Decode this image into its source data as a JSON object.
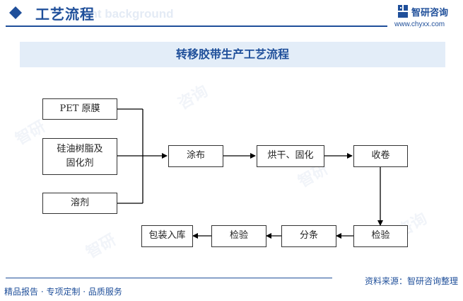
{
  "header": {
    "title": "工艺流程",
    "background_text": "ent background",
    "logo_name": "智研咨询",
    "logo_url": "www.chyxx.com"
  },
  "diagram": {
    "title": "转移胶带生产工艺流程",
    "nodes": {
      "pet_film": "PET 原膜",
      "silicone_resin_line1": "硅油树脂及",
      "silicone_resin_line2": "固化剂",
      "solvent": "溶剂",
      "coating": "涂布",
      "drying_curing": "烘干、固化",
      "winding": "收卷",
      "inspection_1": "检验",
      "slitting": "分条",
      "inspection_2": "检验",
      "packing_storage": "包装入库"
    },
    "edges": [
      [
        "pet_film",
        "coating"
      ],
      [
        "silicone_resin",
        "coating"
      ],
      [
        "solvent",
        "coating"
      ],
      [
        "coating",
        "drying_curing"
      ],
      [
        "drying_curing",
        "winding"
      ],
      [
        "winding",
        "inspection_1"
      ],
      [
        "inspection_1",
        "slitting"
      ],
      [
        "slitting",
        "inspection_2"
      ],
      [
        "inspection_2",
        "packing_storage"
      ]
    ]
  },
  "footer": {
    "source": "资料来源：智研咨询整理",
    "slogan": "精品报告 · 专项定制 · 品质服务"
  },
  "colors": {
    "brand": "#1f4f9a",
    "title_bar": "#e3edf8",
    "line": "#000000"
  },
  "icons": {
    "header_marker": "diamond-icon",
    "logo": "logo-icon",
    "arrow": "arrowhead-icon"
  }
}
